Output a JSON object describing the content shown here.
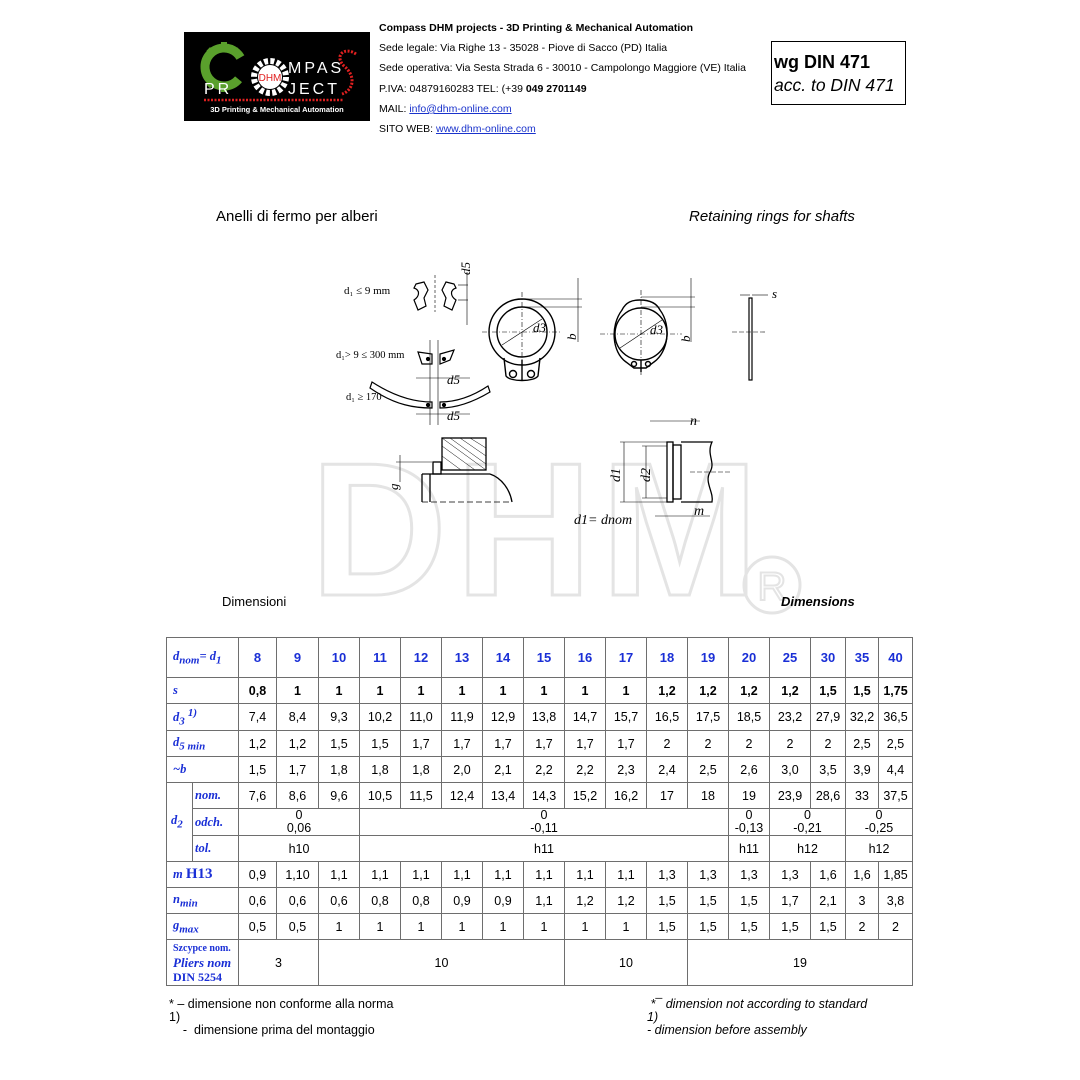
{
  "header": {
    "logo": {
      "line1": "MPAS",
      "line2_left": "PR",
      "line2_right": "JECT",
      "badge": "DHM",
      "tagline": "3D Printing & Mechanical Automation"
    },
    "company_name": "Compass DHM projects - 3D Printing & Mechanical Automation",
    "registered_office": "Sede legale: Via Righe 13 - 35028 - Piove di Sacco (PD) Italia",
    "operating_office": "Sede operativa: Via Sesta Strada 6 - 30010 - Campolongo Maggiore (VE) Italia",
    "vat_prefix": "P.IVA: 04879160283 TEL: (+39 ",
    "phone": "049 2701149",
    "mail_label": "MAIL: ",
    "mail": "info@dhm-online.com",
    "web_label": "SITO WEB: ",
    "web": "www.dhm-online.com",
    "standard_line1": "wg DIN 471",
    "standard_line2": "acc. to  DIN 471"
  },
  "titles": {
    "italian": "Anelli di fermo per alberi",
    "english": "Retaining rings for shafts",
    "dimensions_it": "Dimensioni",
    "dimensions_en": "Dimensions"
  },
  "drawing": {
    "labels": {
      "d1_le_9": "d₁ ≤  9 mm",
      "d1_gt_9": "d₁> 9   ≤ 300 mm",
      "d1_ge_170": "d₁   ≥ 170",
      "d5": "d5",
      "d3": "d3",
      "b": "b",
      "s": "s",
      "n": "n",
      "m": "m",
      "g": "g",
      "d1": "d1",
      "d2": "d2",
      "d1_eq_dnom": "d1=  dnom"
    },
    "watermark": "DHM"
  },
  "table": {
    "header_label": "dnom= d1",
    "columns": [
      "8",
      "9",
      "10",
      "11",
      "12",
      "13",
      "14",
      "15",
      "16",
      "17",
      "18",
      "19",
      "20",
      "25",
      "30",
      "35",
      "40"
    ],
    "rows": {
      "s": {
        "label": "s",
        "values": [
          "0,8",
          "1",
          "1",
          "1",
          "1",
          "1",
          "1",
          "1",
          "1",
          "1",
          "1,2",
          "1,2",
          "1,2",
          "1,2",
          "1,5",
          "1,5",
          "1,75"
        ]
      },
      "d3": {
        "label": "d3",
        "note": "1)",
        "values": [
          "7,4",
          "8,4",
          "9,3",
          "10,2",
          "11,0",
          "11,9",
          "12,9",
          "13,8",
          "14,7",
          "15,7",
          "16,5",
          "17,5",
          "18,5",
          "23,2",
          "27,9",
          "32,2",
          "36,5"
        ]
      },
      "d5min": {
        "label": "d5 min",
        "values": [
          "1,2",
          "1,2",
          "1,5",
          "1,5",
          "1,7",
          "1,7",
          "1,7",
          "1,7",
          "1,7",
          "1,7",
          "2",
          "2",
          "2",
          "2",
          "2",
          "2,5",
          "2,5"
        ]
      },
      "b": {
        "label": "~b",
        "values": [
          "1,5",
          "1,7",
          "1,8",
          "1,8",
          "1,8",
          "2,0",
          "2,1",
          "2,2",
          "2,2",
          "2,3",
          "2,4",
          "2,5",
          "2,6",
          "3,0",
          "3,5",
          "3,9",
          "4,4"
        ]
      },
      "d2": {
        "label": "d2",
        "nom_label": "nom.",
        "odch_label": "odch.",
        "tol_label": "tol.",
        "nom": [
          "7,6",
          "8,6",
          "9,6",
          "10,5",
          "11,5",
          "12,4",
          "13,4",
          "14,3",
          "15,2",
          "16,2",
          "17",
          "18",
          "19",
          "23,9",
          "28,6",
          "33",
          "37,5"
        ],
        "odch": [
          {
            "span": 3,
            "upper": "0",
            "lower": "0,06"
          },
          {
            "span": 9,
            "upper": "0",
            "lower": "-0,11"
          },
          {
            "span": 1,
            "upper": "0",
            "lower": "-0,13"
          },
          {
            "span": 2,
            "upper": "0",
            "lower": "-0,21"
          },
          {
            "span": 2,
            "upper": "0",
            "lower": "-0,25"
          }
        ],
        "tol": [
          {
            "span": 3,
            "value": "h10"
          },
          {
            "span": 9,
            "value": "h11"
          },
          {
            "span": 1,
            "value": "h11"
          },
          {
            "span": 2,
            "value": "h12"
          },
          {
            "span": 2,
            "value": "h12"
          }
        ]
      },
      "m": {
        "label": "m",
        "label2": "H13",
        "values": [
          "0,9",
          "1,10",
          "1,1",
          "1,1",
          "1,1",
          "1,1",
          "1,1",
          "1,1",
          "1,1",
          "1,1",
          "1,3",
          "1,3",
          "1,3",
          "1,3",
          "1,6",
          "1,6",
          "1,85"
        ]
      },
      "nmin": {
        "label": "n",
        "sub": "min",
        "values": [
          "0,6",
          "0,6",
          "0,6",
          "0,8",
          "0,8",
          "0,9",
          "0,9",
          "1,1",
          "1,2",
          "1,2",
          "1,5",
          "1,5",
          "1,5",
          "1,7",
          "2,1",
          "3",
          "3,8"
        ]
      },
      "gmax": {
        "label": "g",
        "sub": "max",
        "values": [
          "0,5",
          "0,5",
          "1",
          "1",
          "1",
          "1",
          "1",
          "1",
          "1",
          "1",
          "1,5",
          "1,5",
          "1,5",
          "1,5",
          "1,5",
          "2",
          "2"
        ]
      },
      "pliers": {
        "label_line1": "Szcypce nom.",
        "label_line2": "Pliers nom",
        "label_line3": "DIN 5254",
        "groups": [
          {
            "span": 2,
            "value": "3"
          },
          {
            "span": 6,
            "value": "10"
          },
          {
            "span": 3,
            "value": "10"
          },
          {
            "span": 6,
            "value": "19"
          }
        ]
      }
    }
  },
  "footnotes": {
    "it_star": "* – dimensione non conforme alla norma",
    "it_ref": " 1)",
    "it_note": "    -  dimensione prima del montaggio",
    "en_star": " *¯ dimension not according to standard",
    "en_ref": "1)",
    "en_note": "-  dimension before assembly"
  },
  "colors": {
    "accent_blue": "#1a2fd6",
    "link_blue": "#1a33cc",
    "logo_green": "#5aa02c",
    "logo_red": "#e02020"
  }
}
